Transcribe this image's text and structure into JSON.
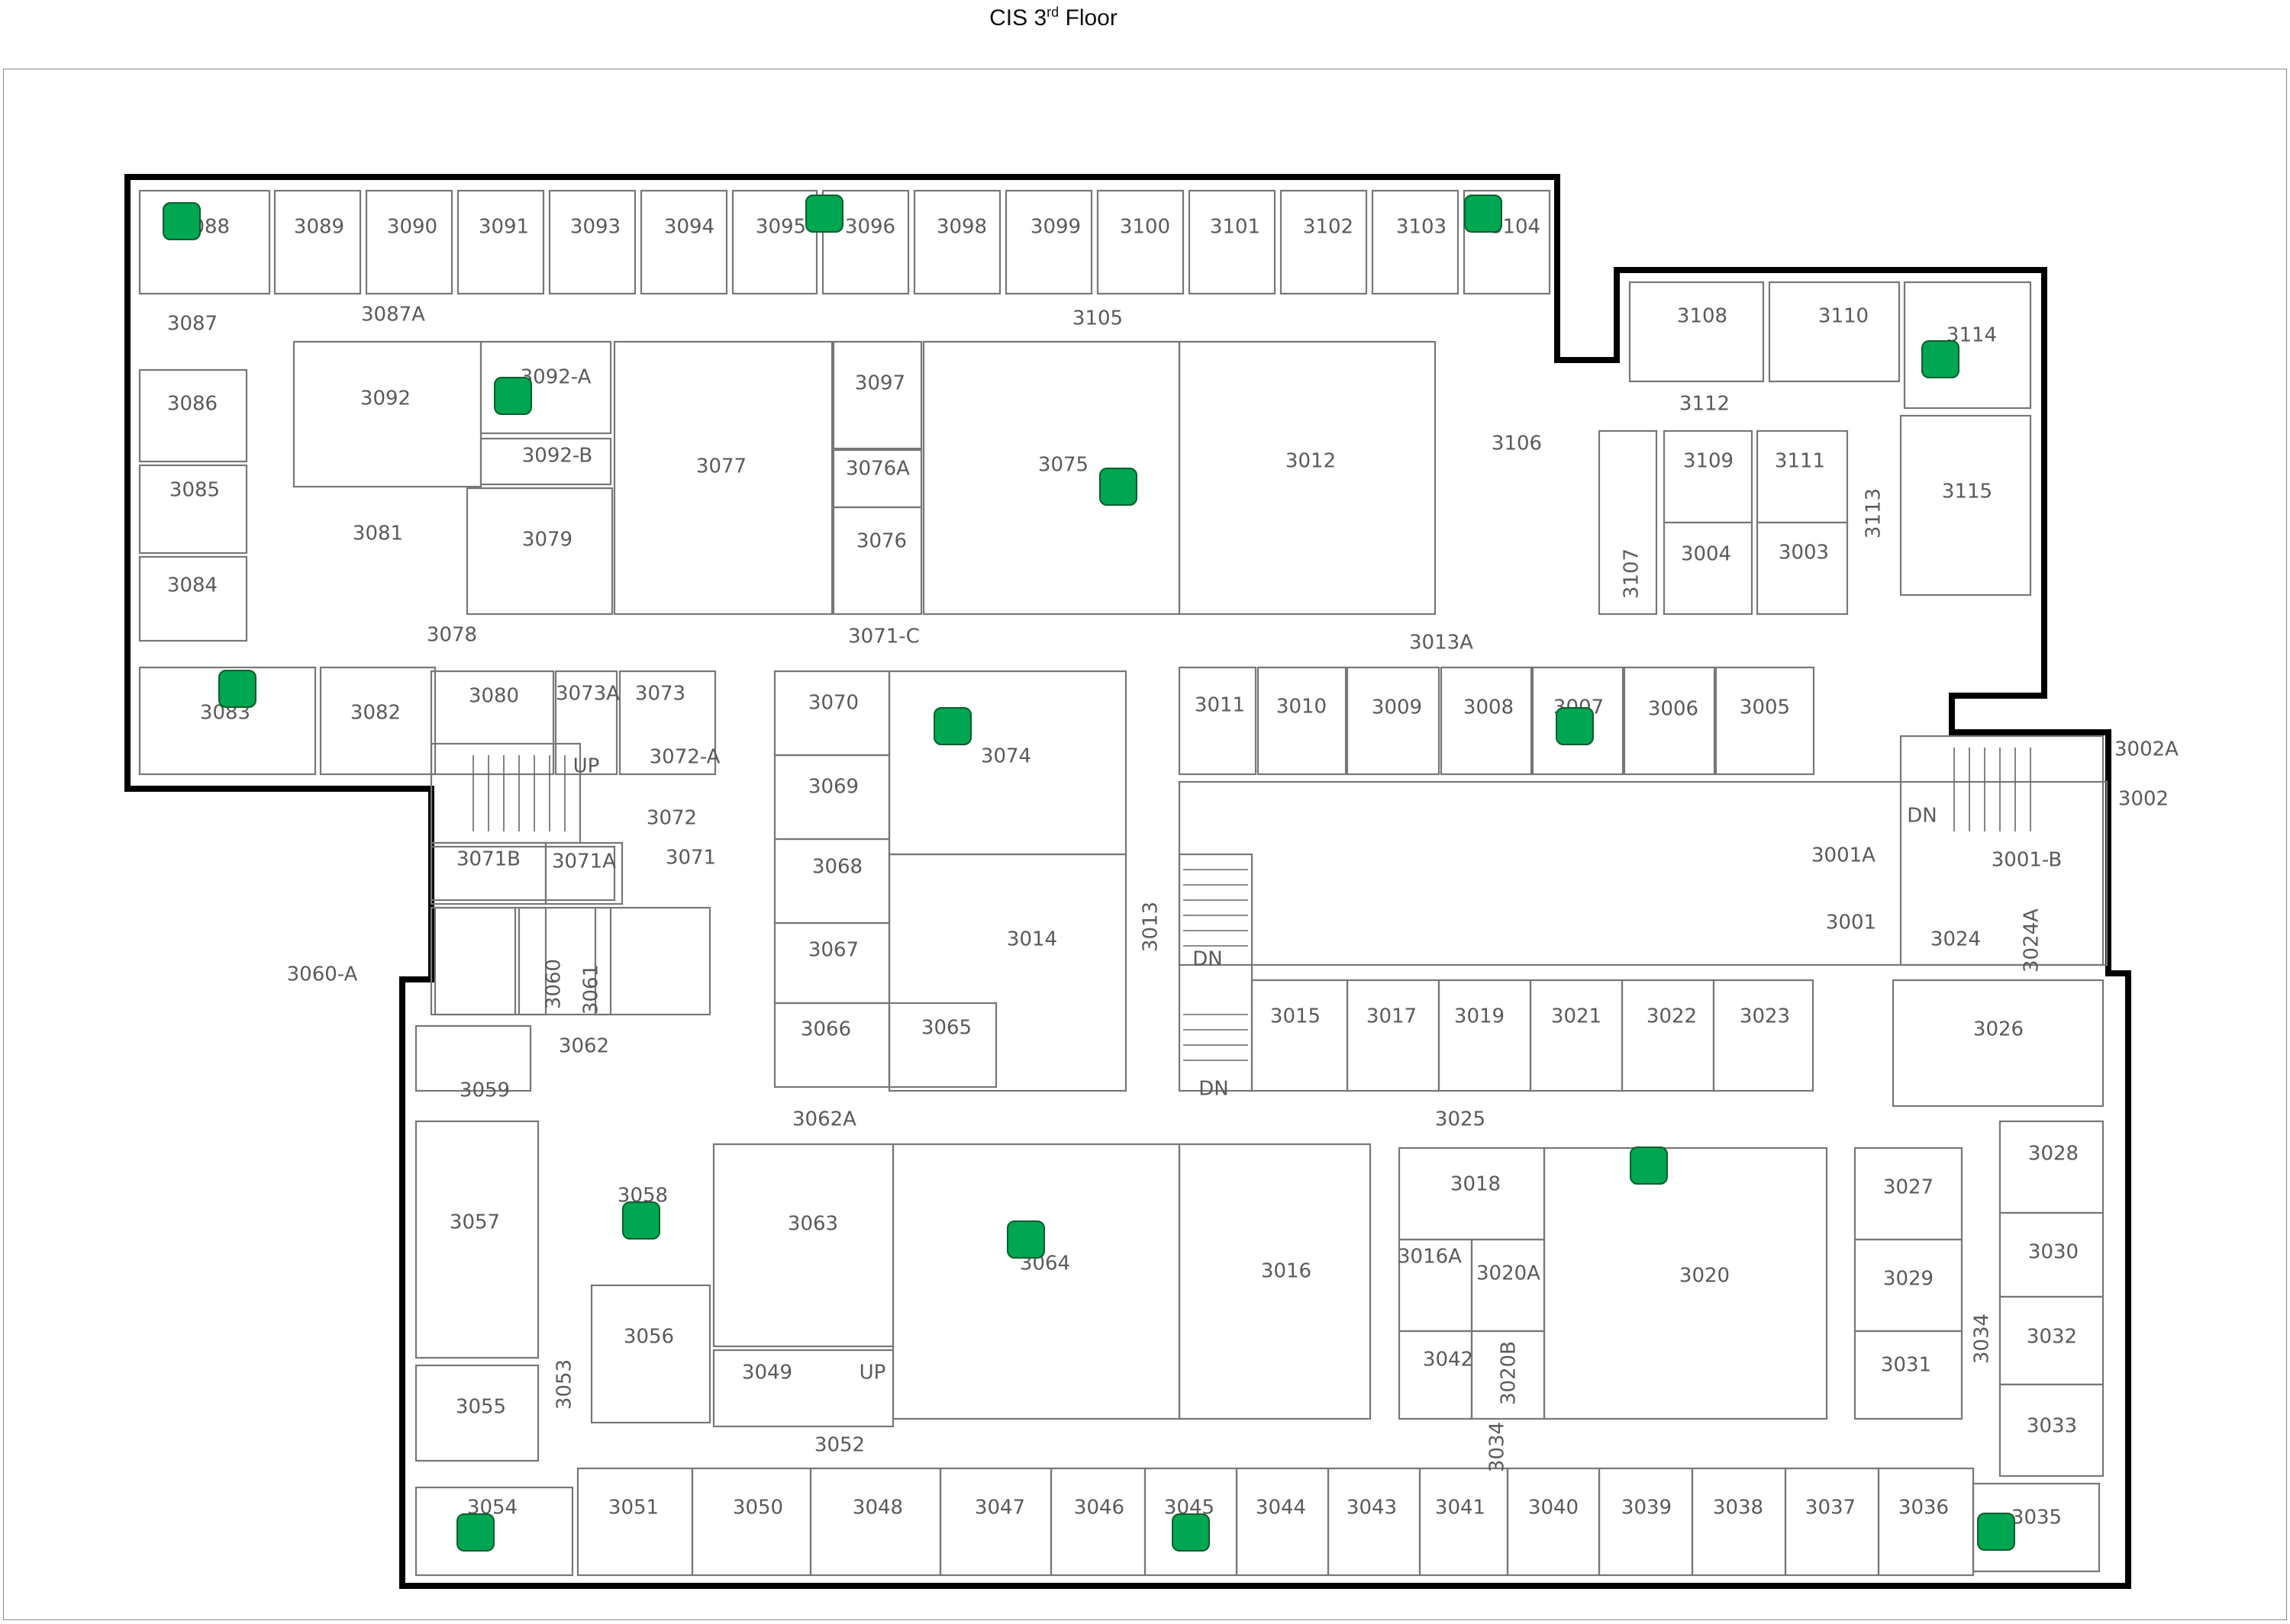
{
  "title": {
    "main": "CIS 3",
    "sup": "rd",
    "tail": " Floor"
  },
  "colors": {
    "marker": "#00a651",
    "marker_stroke": "#0b5e2c",
    "outline": "#000000",
    "wall": "#777777",
    "label": "#5a5a5a"
  },
  "rooms": [
    "3088",
    "3089",
    "3090",
    "3091",
    "3093",
    "3094",
    "3095",
    "3096",
    "3098",
    "3099",
    "3100",
    "3101",
    "3102",
    "3103",
    "3104",
    "3087",
    "3087A",
    "3105",
    "3108",
    "3110",
    "3114",
    "3112",
    "3086",
    "3092",
    "3092-A",
    "3092-B",
    "3077",
    "3097",
    "3076A",
    "3075",
    "3012",
    "3106",
    "3109",
    "3111",
    "3113",
    "3115",
    "3085",
    "3081",
    "3079",
    "3076",
    "3107",
    "3004",
    "3003",
    "3084",
    "3078",
    "3071-C",
    "3013A",
    "3083",
    "3082",
    "3080",
    "3073A",
    "3073",
    "3070",
    "3074",
    "3011",
    "3010",
    "3009",
    "3008",
    "3007",
    "3006",
    "3005",
    "3072-A",
    "3002A",
    "3069",
    "UP",
    "3072",
    "3002",
    "DN",
    "3071B",
    "3071A",
    "3071",
    "3068",
    "3001A",
    "3001-B",
    "3060-A",
    "3014",
    "3013",
    "3067",
    "3001",
    "3024",
    "3024A",
    "3060",
    "3061",
    "DN",
    "3015",
    "3017",
    "3019",
    "3021",
    "3022",
    "3023",
    "3026",
    "3062",
    "3066",
    "3065",
    "DN",
    "3059",
    "3062A",
    "3025",
    "3028",
    "3018",
    "3027",
    "3058",
    "3057",
    "3063",
    "3064",
    "3016",
    "3016A",
    "3020A",
    "3020",
    "3030",
    "3029",
    "3056",
    "3032",
    "3034",
    "3042",
    "3031",
    "3049",
    "UP",
    "3053",
    "3020B",
    "3055",
    "3033",
    "3052",
    "3034",
    "3054",
    "3051",
    "3050",
    "3048",
    "3047",
    "3046",
    "3045",
    "3044",
    "3043",
    "3041",
    "3040",
    "3039",
    "3038",
    "3037",
    "3036",
    "3035"
  ],
  "markers": [
    "marker-3088",
    "marker-3095",
    "marker-3104",
    "marker-3092-A",
    "marker-3114",
    "marker-3075",
    "marker-3083",
    "marker-3074",
    "marker-3007",
    "marker-3020",
    "marker-3058",
    "marker-3064",
    "marker-3054",
    "marker-3045",
    "marker-3035"
  ]
}
